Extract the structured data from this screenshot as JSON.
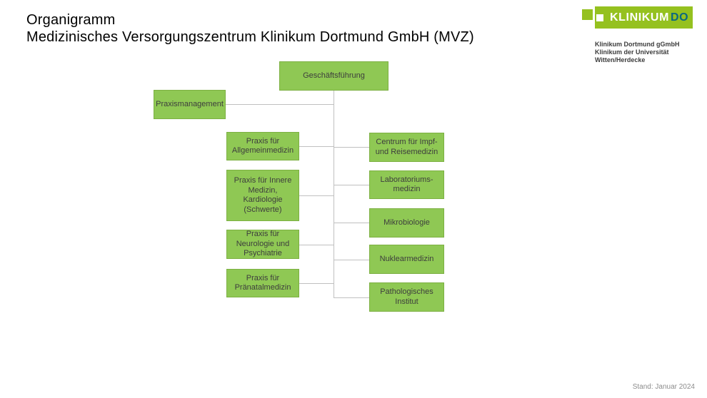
{
  "slide": {
    "title_line1": "Organigramm",
    "title_line2": "Medizinisches Versorgungszentrum Klinikum Dortmund GmbH (MVZ)",
    "footer_status": "Stand: Januar 2024"
  },
  "logo": {
    "brand": "KLINIKUM",
    "brand_suffix": "DO",
    "subtitle_line1": "Klinikum Dortmund gGmbH",
    "subtitle_line2": "Klinikum der Universität",
    "subtitle_line3": "Witten/Herdecke"
  },
  "orgchart": {
    "root": {
      "label": "Geschäftsführung"
    },
    "staff": {
      "label": "Praxismanagement"
    },
    "left": [
      {
        "label": "Praxis für\nAllgemeinmedizin"
      },
      {
        "label": "Praxis für Innere\nMedizin,\nKardiologie\n(Schwerte)"
      },
      {
        "label": "Praxis für\nNeurologie und\nPsychiatrie"
      },
      {
        "label": "Praxis für\nPränatalmedizin"
      }
    ],
    "right": [
      {
        "label": "Centrum für Impf-\nund Reisemedizin"
      },
      {
        "label": "Laboratoriums-\nmedizin"
      },
      {
        "label": "Mikrobiologie"
      },
      {
        "label": "Nuklearmedizin"
      },
      {
        "label": "Pathologisches\nInstitut"
      }
    ]
  },
  "colors": {
    "box_fill": "#8fc854",
    "box_border": "#7cb042",
    "brand_green": "#95c11f",
    "brand_teal": "#0b6880",
    "connector_gray": "#c0c0c0",
    "footer_gray": "#8c8c8c"
  }
}
